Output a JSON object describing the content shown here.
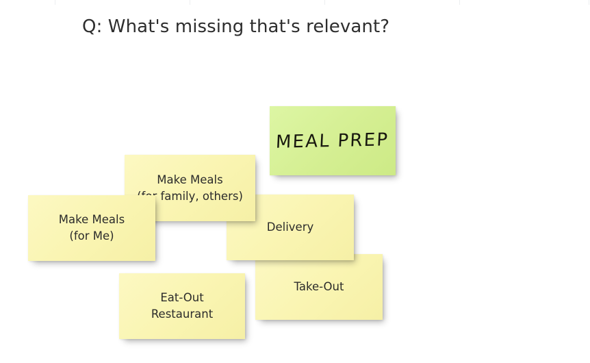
{
  "board": {
    "title": "Q: What's missing that's relevant?",
    "background_color": "#ffffff",
    "title_color": "#2d2d2d"
  },
  "palette": {
    "sticky_yellow": "#faf5b4",
    "sticky_green": "#d6f096",
    "text_dark": "#2b2b2b",
    "guide_tick": "#eceef0"
  },
  "notes": [
    {
      "id": "make-meals-me",
      "text": "Make Meals\n(for Me)",
      "color": "#faf5b4",
      "color_name": "yellow"
    },
    {
      "id": "make-meals-family",
      "text": "Make Meals\n(for family, others)",
      "color": "#faf5b4",
      "color_name": "yellow"
    },
    {
      "id": "delivery",
      "text": "Delivery",
      "color": "#faf5b4",
      "color_name": "yellow"
    },
    {
      "id": "take-out",
      "text": "Take-Out",
      "color": "#faf5b4",
      "color_name": "yellow"
    },
    {
      "id": "eat-out-restaurant",
      "text": "Eat-Out\nRestaurant",
      "color": "#faf5b4",
      "color_name": "yellow"
    },
    {
      "id": "meal-prep",
      "text": "MEAL PREP",
      "color": "#d6f096",
      "color_name": "green"
    }
  ],
  "guides": {
    "top_tick_positions": [
      80,
      277,
      474,
      671,
      860
    ]
  }
}
